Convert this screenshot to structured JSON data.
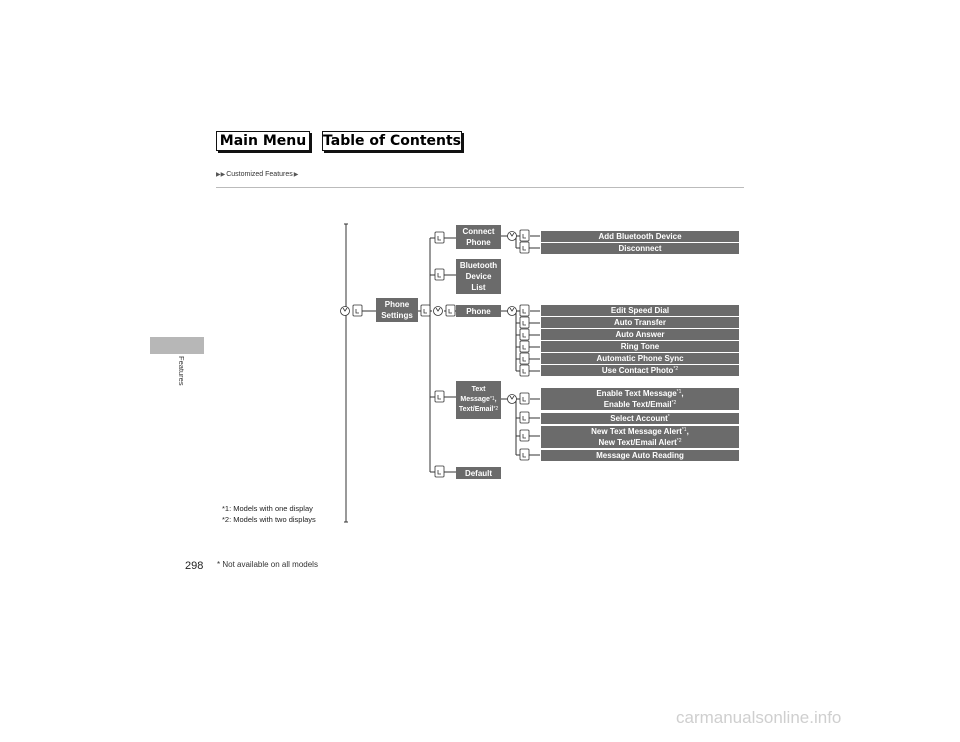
{
  "nav": {
    "main_menu": "Main Menu",
    "table_of_contents": "Table of Contents"
  },
  "breadcrumb": {
    "text": "Customized Features"
  },
  "side_label": "Features",
  "page_number": "298",
  "footnote_availability": "* Not available on all models",
  "notes": [
    "*1: Models with one display",
    "*2: Models with two displays"
  ],
  "tree": {
    "root": "Phone Settings",
    "level1": [
      "Connect Phone",
      "Bluetooth Device List",
      "Phone",
      "Text Message*1, Text/Email*2",
      "Default"
    ],
    "connect_phone_items": [
      "Add Bluetooth Device",
      "Disconnect"
    ],
    "phone_items": [
      "Edit Speed Dial",
      "Auto Transfer",
      "Auto Answer",
      "Ring Tone",
      "Automatic Phone Sync",
      "Use Contact Photo*2"
    ],
    "text_items": [
      "Enable Text Message*1, Enable Text/Email*2",
      "Select Account*",
      "New Text Message Alert*1, New Text/Email Alert*2",
      "Message Auto Reading"
    ]
  },
  "labels": {
    "root_line1": "Phone",
    "root_line2": "Settings",
    "connect_line1": "Connect",
    "connect_line2": "Phone",
    "btlist_line1": "Bluetooth",
    "btlist_line2": "Device",
    "btlist_line3": "List",
    "phone": "Phone",
    "text_line1": "Text",
    "text_line2a": "Message",
    "text_line2b": ",",
    "text_line3": "Text/Email",
    "default": "Default",
    "add_bt": "Add Bluetooth Device",
    "disconnect": "Disconnect",
    "edit_speed_dial": "Edit Speed Dial",
    "auto_transfer": "Auto Transfer",
    "auto_answer": "Auto Answer",
    "ring_tone": "Ring Tone",
    "auto_phone_sync": "Automatic Phone Sync",
    "use_contact_photo": "Use Contact Photo",
    "enable_text_1": "Enable Text Message",
    "enable_text_1_end": ",",
    "enable_text_2": "Enable Text/Email",
    "select_account": "Select Account",
    "new_msg_alert_1": "New Text Message Alert",
    "new_msg_alert_1_end": ",",
    "new_msg_alert_2": "New Text/Email Alert",
    "msg_auto_reading": "Message Auto Reading",
    "sup1": "*1",
    "sup2": "*2",
    "supstar": "*"
  },
  "watermark": "carmanualsonline.info",
  "colors": {
    "box": "#6b6b6b",
    "side_tab": "#b7b7b7",
    "line": "#333333"
  }
}
